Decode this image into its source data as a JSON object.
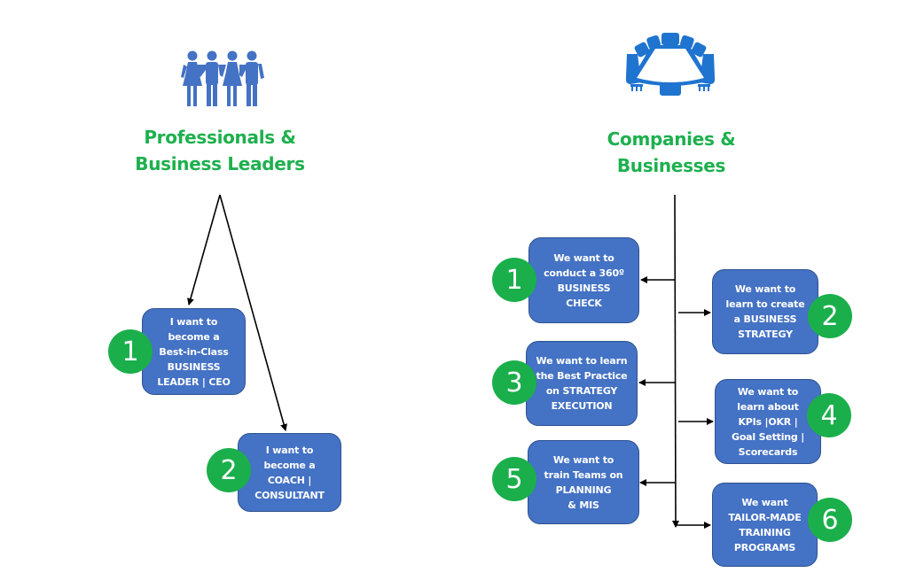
{
  "left_section": {
    "icon": "people-group-icon",
    "title_lines": [
      "Professionals &",
      "Business Leaders"
    ],
    "options": [
      {
        "number": "1",
        "lines": [
          "I want to",
          "become a",
          "Best-in-Class",
          "BUSINESS",
          "LEADER | CEO"
        ]
      },
      {
        "number": "2",
        "lines": [
          "I want to",
          "become a",
          "COACH |",
          "CONSULTANT"
        ]
      }
    ]
  },
  "right_section": {
    "icon": "conference-table-icon",
    "title_lines": [
      "Companies &",
      "Businesses"
    ],
    "options": [
      {
        "number": "1",
        "lines": [
          "We want to",
          "conduct a 360º",
          "BUSINESS",
          "CHECK"
        ]
      },
      {
        "number": "2",
        "lines": [
          "We want to",
          "learn to create",
          "a BUSINESS",
          "STRATEGY"
        ]
      },
      {
        "number": "3",
        "lines": [
          "We want to learn",
          "the Best Practice",
          "on STRATEGY",
          "EXECUTION"
        ]
      },
      {
        "number": "4",
        "lines": [
          "We want to",
          "learn  about",
          "KPIs |OKR |",
          "Goal Setting |",
          "Scorecards"
        ]
      },
      {
        "number": "5",
        "lines": [
          "We want to",
          "train Teams on",
          "PLANNING",
          "& MIS"
        ]
      },
      {
        "number": "6",
        "lines": [
          "We want",
          "TAILOR-MADE",
          "TRAINING",
          "PROGRAMS"
        ]
      }
    ]
  },
  "colors": {
    "title_green": "#1DB04E",
    "badge_green": "#1AAF4B",
    "box_blue": "#4472C4",
    "box_border": "#2F528F",
    "icon_blue": "#4472C4",
    "conference_blue": "#1F74D0",
    "connector": "#000000"
  }
}
